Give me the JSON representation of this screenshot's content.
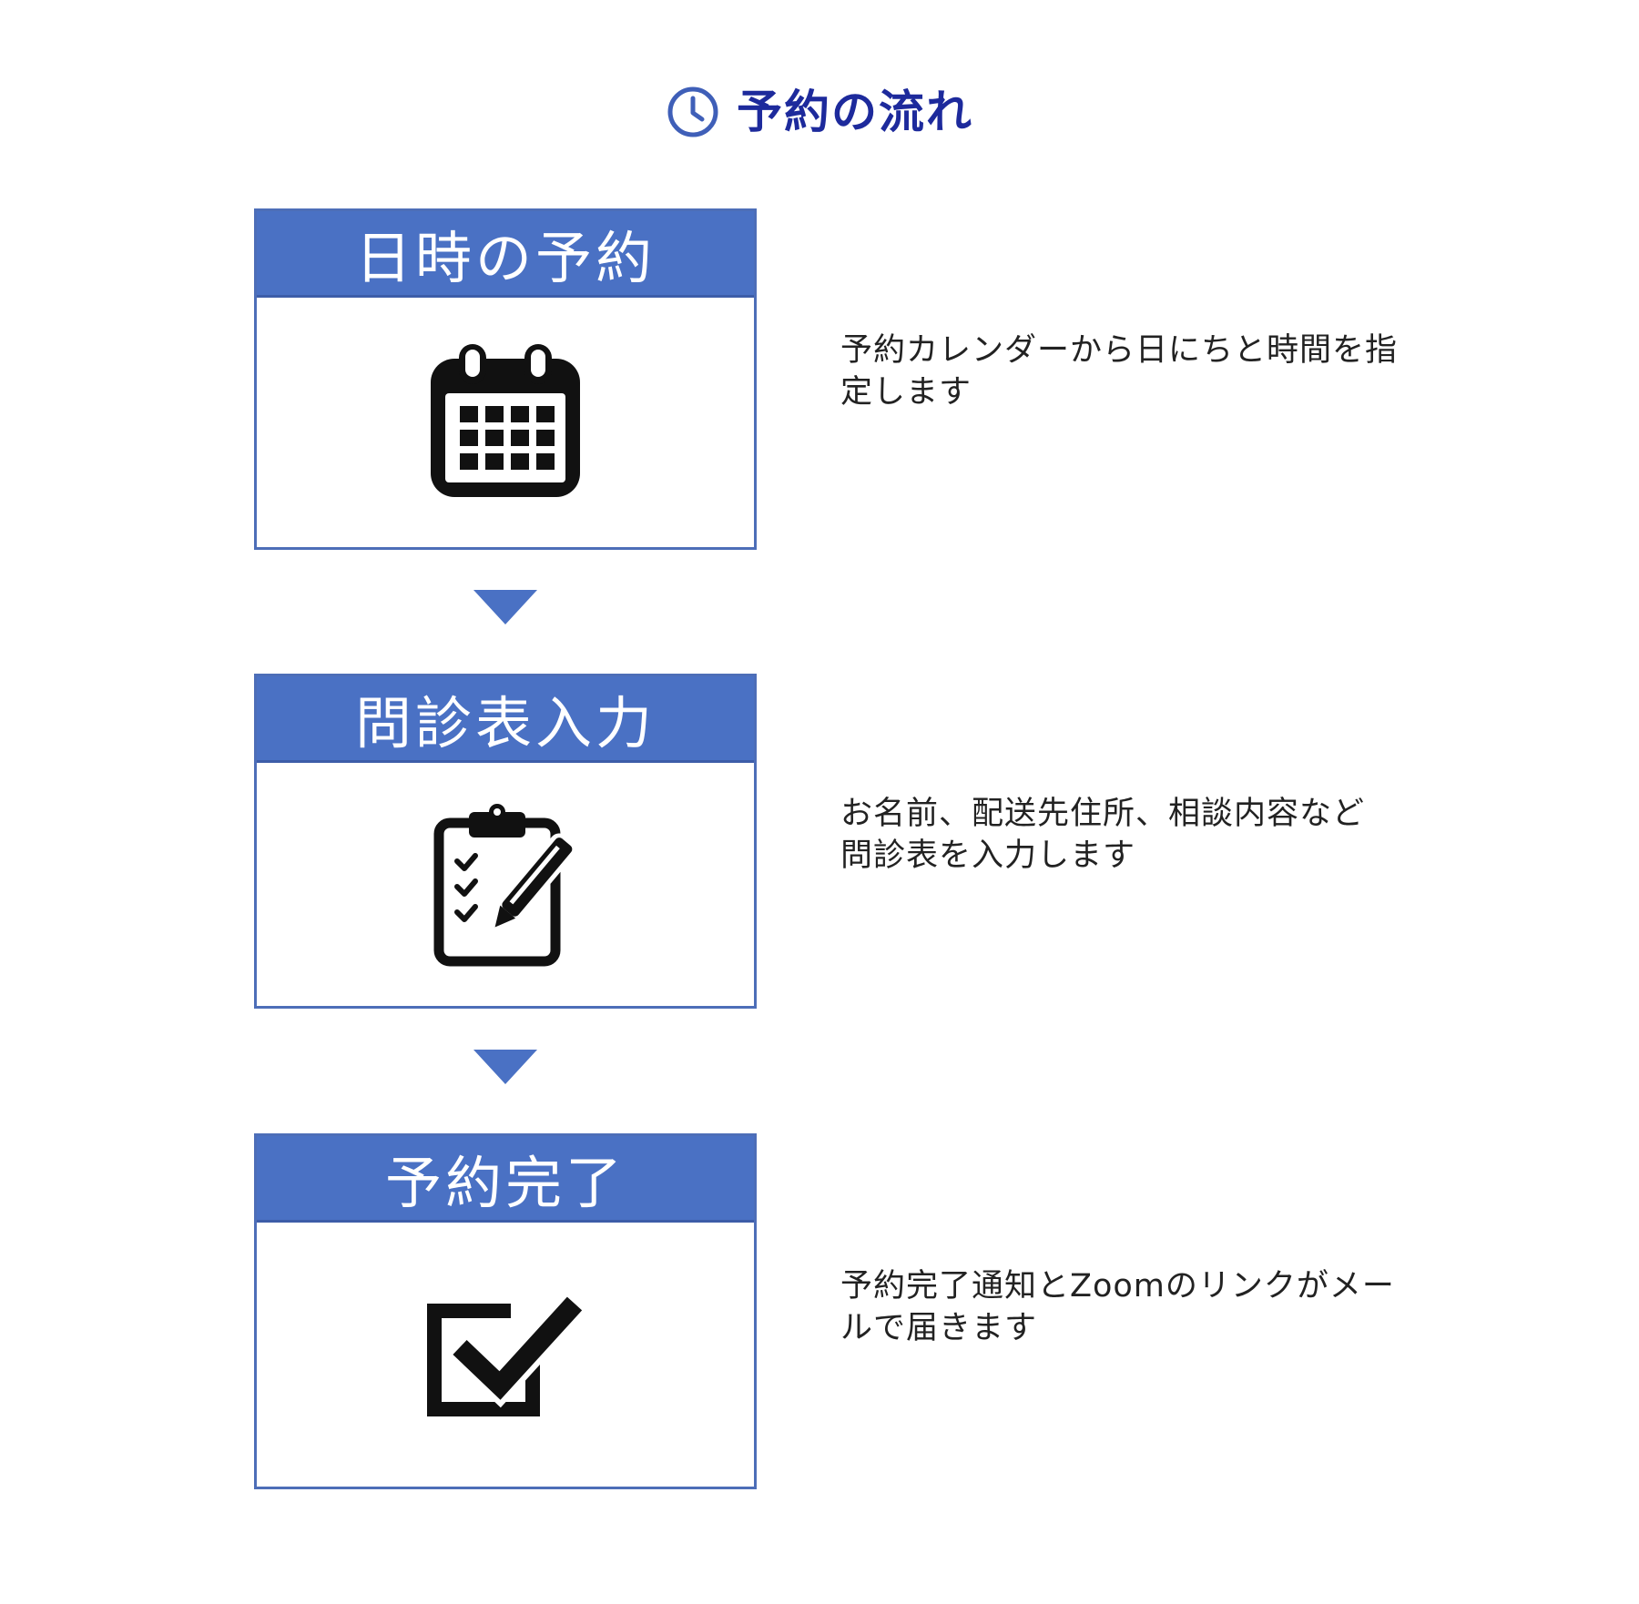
{
  "title": {
    "text": "予約の流れ",
    "icon": "clock-icon",
    "color": "#1d2a9c"
  },
  "accent_color": "#4a71c4",
  "steps": [
    {
      "label": "日時の予約",
      "icon": "calendar-icon",
      "description": "予約カレンダーから日にちと時間を指\n定します"
    },
    {
      "label": "問診表入力",
      "icon": "clipboard-pen-icon",
      "description": "お名前、配送先住所、相談内容など\n問診表を入力します"
    },
    {
      "label": "予約完了",
      "icon": "checkbox-check-icon",
      "description": "予約完了通知とZoomのリンクがメー\nルで届きます"
    }
  ]
}
